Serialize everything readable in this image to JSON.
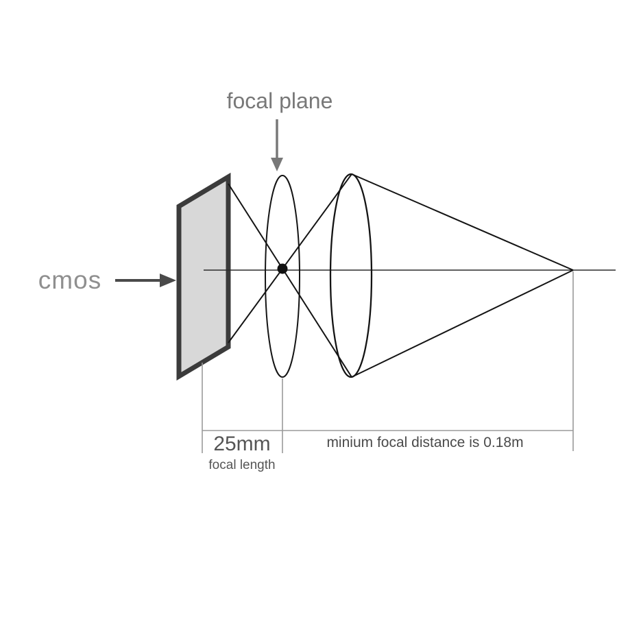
{
  "diagram": {
    "type": "optics-focal-diagram",
    "labels": {
      "focal_plane": "focal plane",
      "cmos": "cmos",
      "focal_length_value": "25mm",
      "focal_length_caption": "focal length",
      "min_focal_distance": "minium focal distance is 0.18m"
    },
    "values": {
      "focal_length": "25mm",
      "minimum_focal_distance": "0.18m"
    },
    "colors": {
      "diagram_line": "#1a1a1a",
      "dimension_line": "#9a9a9a",
      "label_gray": "#7d7d7d",
      "cmos_label_gray": "#8f8f8f",
      "annotation_gray": "#555555",
      "cmos_fill": "#d8d8d8",
      "cmos_border": "#3b3b3b",
      "background": "#ffffff"
    }
  }
}
